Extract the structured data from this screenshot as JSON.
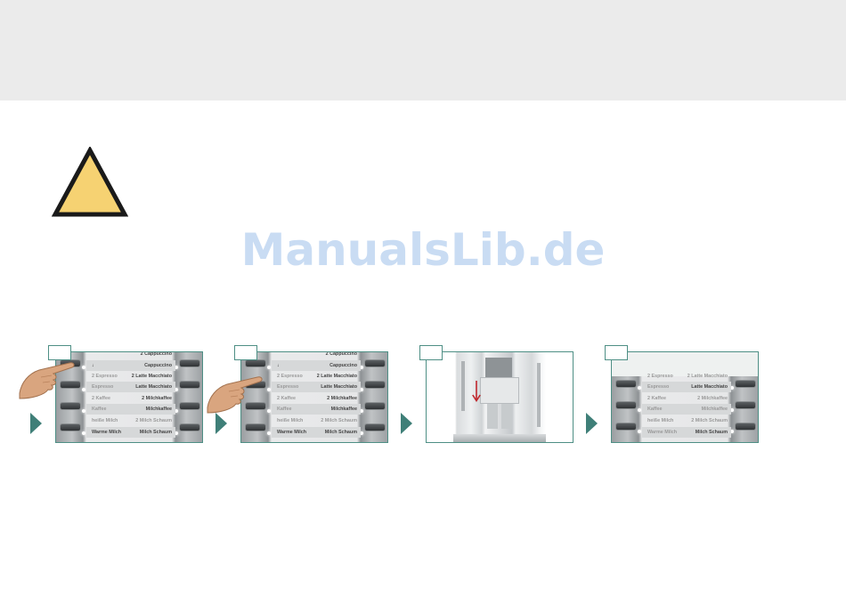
{
  "watermark": "ManualsLib.de",
  "icons": {
    "warning": "warning-triangle-icon",
    "step_arrow": "play-arrow-icon",
    "hand": "pointing-hand-icon",
    "down_arrow": "down-arrow-icon"
  },
  "colors": {
    "header_band": "#ebebeb",
    "warning_fill": "#f6d272",
    "frame_border": "#4e8f85",
    "step_arrow": "#3f7f78",
    "watermark": "#c9dcf3",
    "down_arrow": "#c0272d"
  },
  "panel": {
    "rows_full": [
      {
        "left": "",
        "right": "2 Cappuccino"
      },
      {
        "left": "",
        "right": "Cappuccino"
      },
      {
        "left": "2 Espresso",
        "right": "2 Latte Macchiato"
      },
      {
        "left": "Espresso",
        "right": "Latte Macchiato"
      },
      {
        "left": "2 Kaffee",
        "right": "2 Milchkaffee"
      },
      {
        "left": "Kaffee",
        "right": "Milchkaffee"
      },
      {
        "left": "heiße Milch",
        "right": "2 Milch Schaum"
      },
      {
        "left": "Warme Milch",
        "right": "Milch Schaum"
      }
    ],
    "rows_partial": [
      {
        "left": "2 Espresso",
        "right": "2 Latte Macchiato"
      },
      {
        "left": "Espresso",
        "right": "Latte Macchiato"
      },
      {
        "left": "2 Kaffee",
        "right": "2 Milchkaffee"
      },
      {
        "left": "Kaffee",
        "right": "Milchkaffee"
      },
      {
        "left": "heiße Milch",
        "right": "2 Milch Schaum"
      },
      {
        "left": "Warme Milch",
        "right": "Milch Schaum"
      }
    ]
  }
}
